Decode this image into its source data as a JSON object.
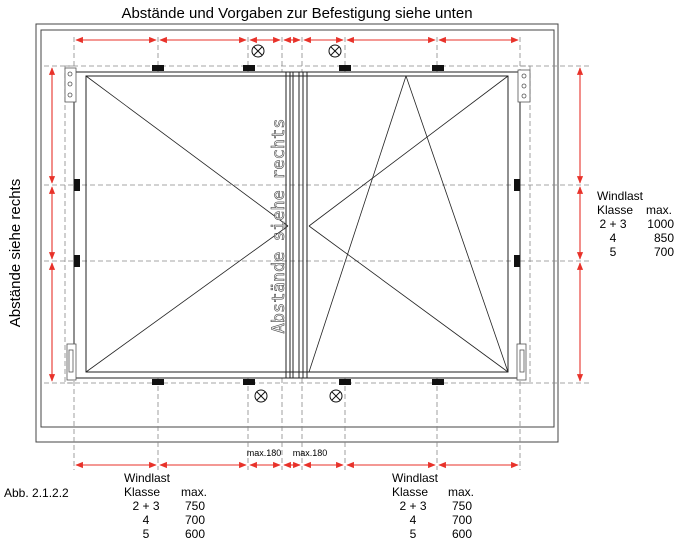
{
  "diagram": {
    "title": "Abstände und Vorgaben zur Befestigung siehe unten",
    "side_label": "Abstände siehe rechts",
    "mullion_label": "Abstände siehe rechts",
    "figure_label": "Abb. 2.1.2.2",
    "gap_labels": [
      "max.180",
      "max.180"
    ],
    "windlast_right": {
      "title": "Windlast",
      "col_class": "Klasse",
      "col_max": "max.",
      "rows": [
        [
          "2 + 3",
          "1000"
        ],
        [
          "4",
          "850"
        ],
        [
          "5",
          "700"
        ]
      ]
    },
    "windlast_bottom_left": {
      "title": "Windlast",
      "col_class": "Klasse",
      "col_max": "max.",
      "rows": [
        [
          "2 + 3",
          "750"
        ],
        [
          "4",
          "700"
        ],
        [
          "5",
          "600"
        ]
      ]
    },
    "windlast_bottom_right": {
      "title": "Windlast",
      "col_class": "Klasse",
      "col_max": "max.",
      "rows": [
        [
          "2 + 3",
          "750"
        ],
        [
          "4",
          "700"
        ],
        [
          "5",
          "600"
        ]
      ]
    },
    "colors": {
      "dimension": "#e8322a",
      "line": "#222222",
      "dashed": "#888888",
      "anchor": "#111111"
    }
  }
}
